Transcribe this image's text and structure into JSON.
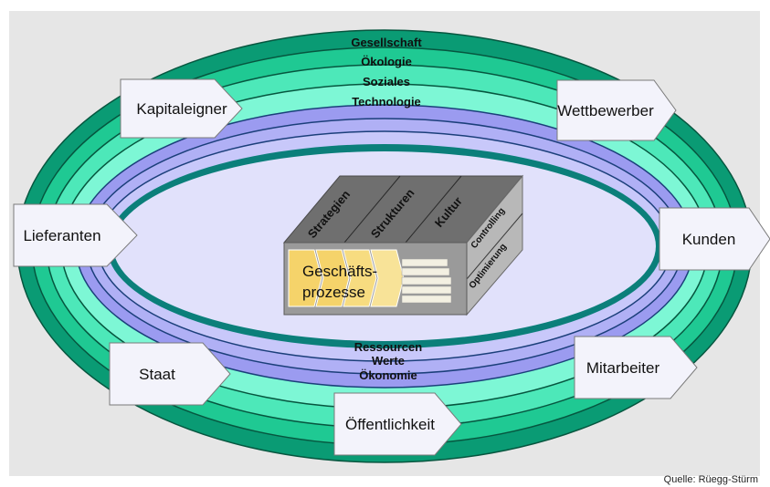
{
  "colors": {
    "background": "#e6e6e6",
    "ring_dark_green": "#0a9b74",
    "ring_mid_green": "#1fc993",
    "ring_light_green": "#4de8b9",
    "ring_mint": "#7df7d5",
    "ring_purple": "#9b9bf0",
    "ring_lilac": "#c8c8fa",
    "teal_line": "#0b7f7a",
    "center_fill": "#e1e1fb",
    "arrow_fill": "#f3f3fb",
    "cube_top": "#6f6f6f",
    "cube_side": "#b8b8b8",
    "cube_front": "#9a9a9a",
    "process_yellow": "#f5d36a"
  },
  "outer_rings": {
    "society": "Gesellschaft",
    "ecology": "Ökologie",
    "social": "Soziales",
    "technology": "Technologie"
  },
  "inner_rings": {
    "resources": "Ressourcen",
    "values": "Werte",
    "economy": "Ökonomie"
  },
  "stakeholders": {
    "capital_owners": "Kapitaleigner",
    "competitors": "Wettbewerber",
    "suppliers": "Lieferanten",
    "customers": "Kunden",
    "state": "Staat",
    "employees": "Mitarbeiter",
    "public": "Öffentlichkeit"
  },
  "cube": {
    "strategies": "Strategien",
    "structures": "Strukturen",
    "culture": "Kultur",
    "controlling": "Controlling",
    "optimization": "Optimierung",
    "process_line1": "Geschäfts-",
    "process_line2": "prozesse"
  },
  "source": "Quelle: Rüegg-Stürm"
}
